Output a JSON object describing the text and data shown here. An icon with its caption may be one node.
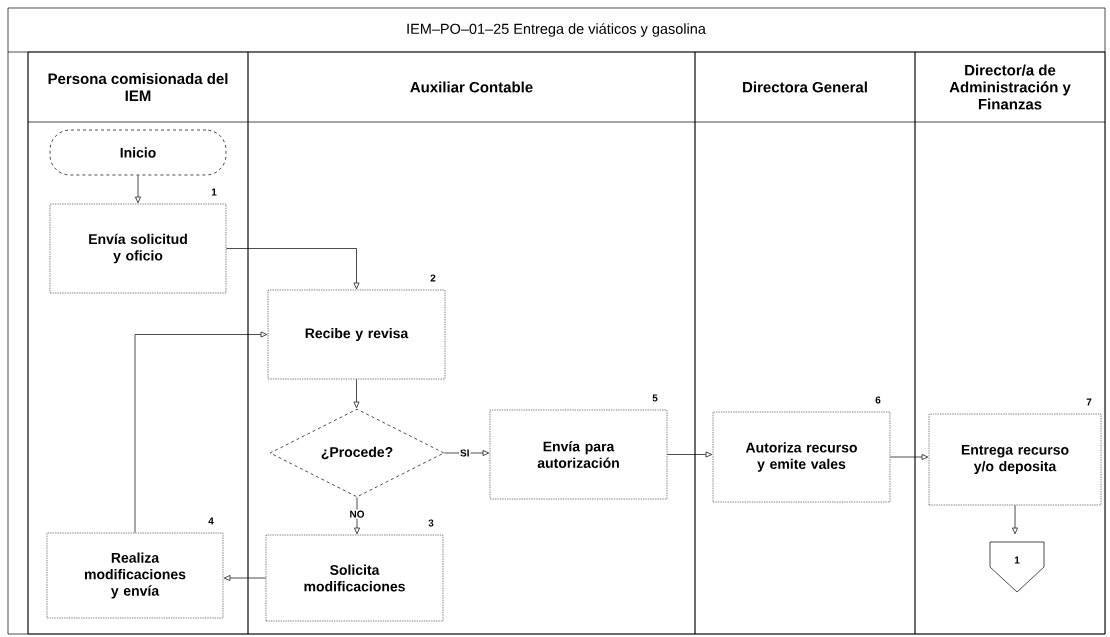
{
  "diagram": {
    "title": "IEM–PO–01–25 Entrega de viáticos y gasolina",
    "nodes": [
      {
        "text": [
          "Persona comisionada del IEM"
        ]
      },
      {
        "text": [
          "Auxiliar Contable"
        ]
      },
      {
        "text": [
          "Directora General"
        ]
      },
      {
        "text": [
          "Director/a de Administración y Finanzas"
        ]
      },
      {
        "text": [
          "Inicio"
        ],
        "in": 0
      },
      {
        "text": [
          "Envía solicitud y oficio"
        ],
        "in": 0,
        "beside": [
          "1"
        ]
      },
      {
        "text": [
          "Recibe y revisa"
        ],
        "in": 1,
        "beside": [
          "2"
        ]
      },
      {
        "text": [
          "¿Procede?"
        ],
        "in": 1
      },
      {
        "text": [
          "Envía para autorización"
        ],
        "in": 1,
        "beside": [
          "5"
        ]
      },
      {
        "text": [
          "Autoriza recurso y emite vales"
        ],
        "in": 2,
        "beside": [
          "6"
        ]
      },
      {
        "text": [
          "Entrega recurso y/o deposita"
        ],
        "in": 3,
        "beside": [
          "7"
        ]
      },
      {
        "text": [
          "1"
        ],
        "in": 3
      },
      {
        "text": [
          "Solicita modificaciones"
        ],
        "in": 1,
        "beside": [
          "3"
        ]
      },
      {
        "text": [
          "Realiza modificaciones y envía"
        ],
        "in": 0,
        "beside": [
          "4"
        ]
      }
    ],
    "edges": [
      {
        "from": 4,
        "to": 5,
        "arrow": "to"
      },
      {
        "from": 5,
        "to": 6,
        "arrow": "to"
      },
      {
        "from": 6,
        "to": 7,
        "arrow": "to"
      },
      {
        "from": 7,
        "to": 8,
        "arrow": "to",
        "label": "SI"
      },
      {
        "from": 7,
        "to": 12,
        "arrow": "to",
        "label": "NO"
      },
      {
        "from": 12,
        "to": 13,
        "arrow": "to"
      },
      {
        "from": 13,
        "to": 6,
        "arrow": "to"
      },
      {
        "from": 8,
        "to": 9,
        "arrow": "to"
      },
      {
        "from": 9,
        "to": 10,
        "arrow": "to"
      },
      {
        "from": 10,
        "to": 11,
        "arrow": "to"
      }
    ]
  }
}
